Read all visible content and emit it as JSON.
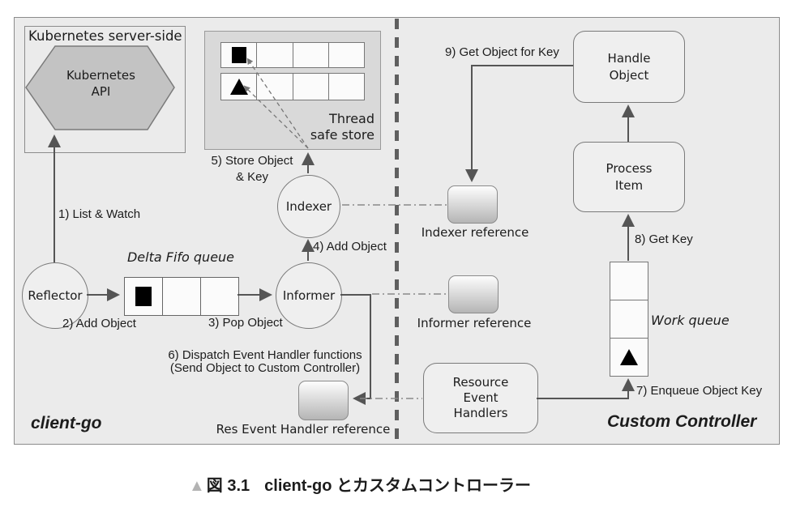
{
  "figure": {
    "marker": "▲",
    "label": "図 3.1",
    "title": "client-go とカスタムコントローラー"
  },
  "regions": {
    "server_side": "Kubernetes server-side",
    "client_go": "client-go",
    "custom_controller": "Custom Controller"
  },
  "nodes": {
    "kubernetes_api": "Kubernetes\nAPI",
    "reflector": "Reflector",
    "informer": "Informer",
    "indexer": "Indexer",
    "handle_object": "Handle\nObject",
    "process_item": "Process\nItem",
    "resource_event_handlers": "Resource\nEvent\nHandlers"
  },
  "stores": {
    "delta_fifo_label": "Delta Fifo queue",
    "work_queue_label": "Work queue",
    "thread_safe_store_label": "Thread\nsafe store"
  },
  "references": {
    "indexer": "Indexer reference",
    "informer": "Informer reference",
    "res_event_handler": "Res Event Handler reference"
  },
  "steps": {
    "s1": "1) List & Watch",
    "s2": "2) Add Object",
    "s3": "3) Pop Object",
    "s4": "4) Add Object",
    "s5": "5) Store Object\n& Key",
    "s6": "6) Dispatch Event Handler functions\n(Send Object to Custom Controller)",
    "s7": "7) Enqueue Object Key",
    "s8": "8) Get Key",
    "s9": "9) Get Object for Key"
  },
  "colors": {
    "canvas_bg": "#ffffff",
    "frame_bg": "#ebebeb",
    "store_bg": "#d9d9d9",
    "hexagon_fill": "#c3c3c3",
    "node_border": "#7a7a7a",
    "line": "#555555",
    "cell_bg": "#fbfbfb",
    "ref_gradient_top": "#fdfdfd",
    "ref_gradient_bottom": "#b5b5b5",
    "text": "#1c1c1c",
    "caption_marker": "#b3b3b3"
  }
}
